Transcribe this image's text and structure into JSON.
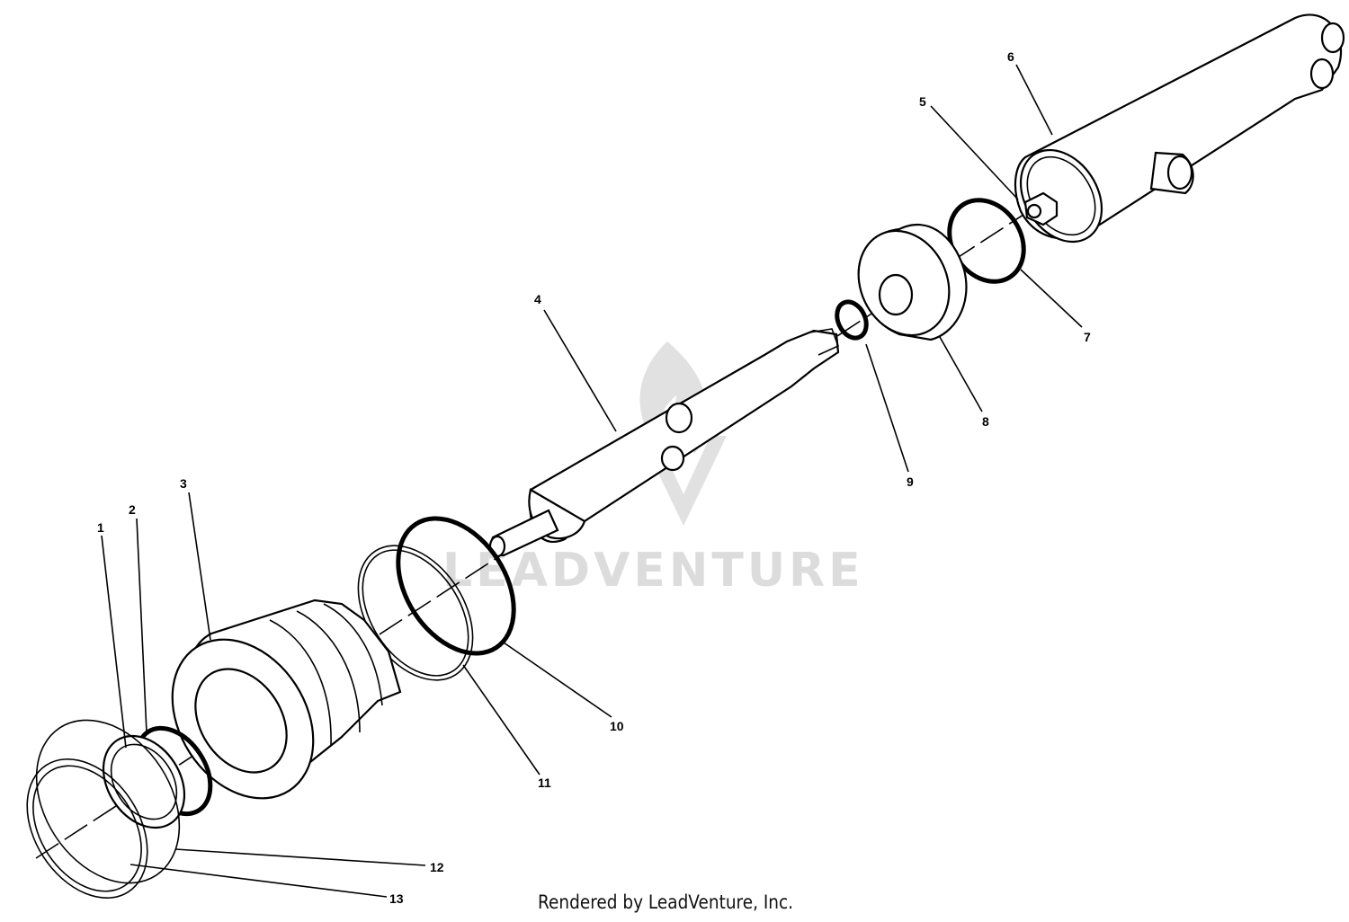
{
  "diagram": {
    "callouts": [
      "1",
      "2",
      "3",
      "4",
      "5",
      "6",
      "7",
      "8",
      "9",
      "10",
      "11",
      "12",
      "13"
    ]
  },
  "watermark": {
    "text": "LEADVENTURE"
  },
  "footer": {
    "text": "Rendered by LeadVenture, Inc."
  }
}
